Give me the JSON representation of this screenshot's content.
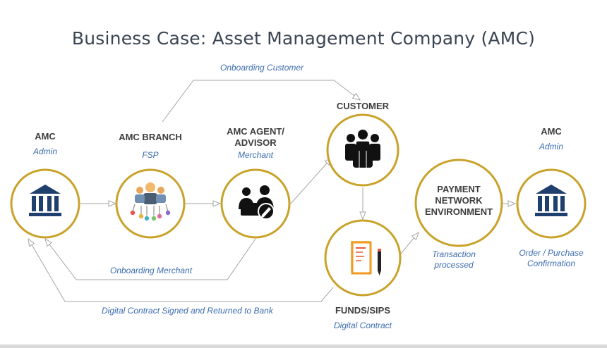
{
  "title": "Business Case: Asset Management Company (AMC)",
  "nodes": {
    "amc_left": {
      "heading": "AMC",
      "subtitle": "Admin"
    },
    "branch": {
      "heading": "AMC BRANCH",
      "subtitle": "FSP"
    },
    "agent": {
      "heading_line1": "AMC AGENT/",
      "heading_line2": "ADVISOR",
      "subtitle": "Merchant"
    },
    "customer": {
      "heading": "CUSTOMER"
    },
    "funds": {
      "heading": "FUNDS/SIPS",
      "subtitle": "Digital Contract"
    },
    "payment": {
      "line1": "PAYMENT",
      "line2": "NETWORK",
      "line3": "ENVIRONMENT",
      "subtitle_line1": "Transaction",
      "subtitle_line2": "processed"
    },
    "amc_right": {
      "heading": "AMC",
      "subtitle": "Admin",
      "caption_line1": "Order / Purchase",
      "caption_line2": "Confirmation"
    }
  },
  "edges": {
    "onboarding_customer": "Onboarding Customer",
    "onboarding_merchant": "Onboarding Merchant",
    "digital_contract": "Digital Contract Signed and Returned to Bank"
  },
  "colors": {
    "ring": "#c9a22a",
    "icon_navy": "#1f3f6e",
    "label_blue": "#3b6cb0",
    "line": "#a6a6a6"
  },
  "icons": [
    "bank-icon",
    "people-network-icon",
    "merchant-agent-icon",
    "customer-group-icon",
    "contract-document-icon",
    "bank-icon"
  ]
}
